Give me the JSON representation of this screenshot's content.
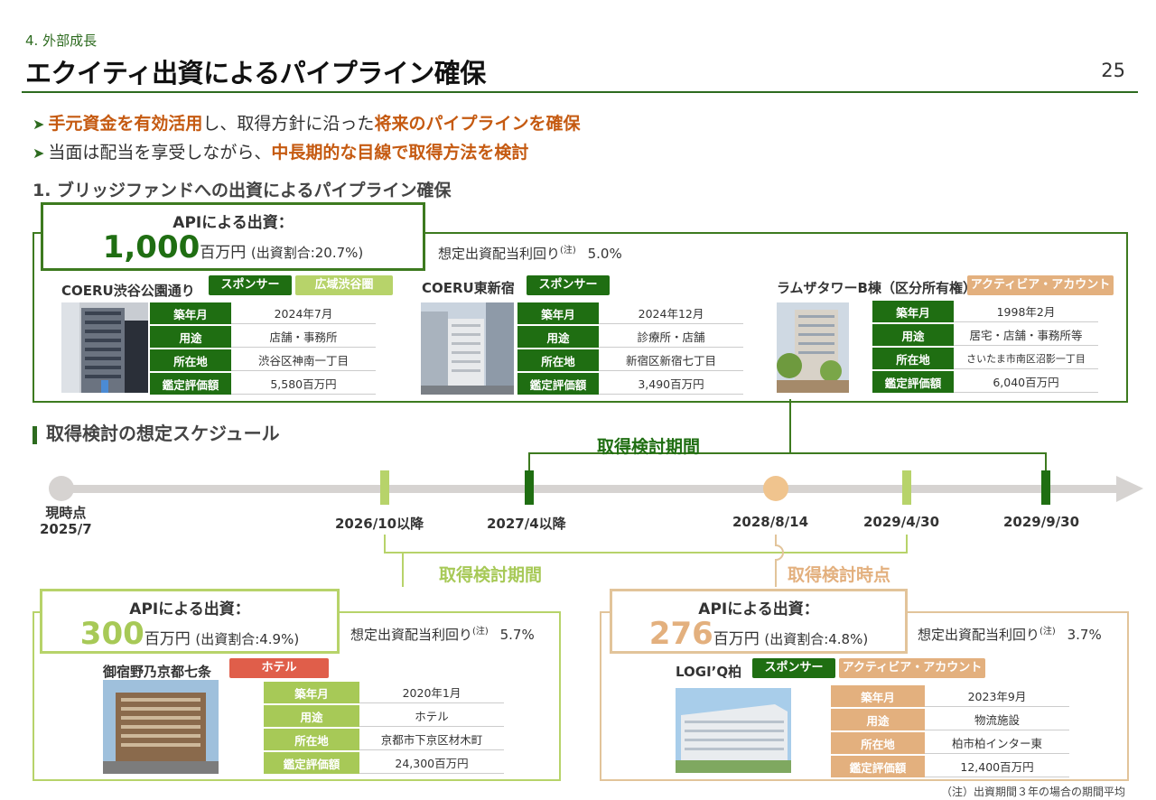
{
  "header": {
    "section": "4. 外部成長",
    "title": "エクイティ出資によるパイプライン確保",
    "page_number": "25"
  },
  "bullets": [
    {
      "parts": [
        {
          "text": "手元資金を有効活用",
          "hl": true
        },
        {
          "text": "し、取得方針に沿った",
          "hl": false
        },
        {
          "text": "将来のパイプラインを確保",
          "hl": true
        }
      ]
    },
    {
      "parts": [
        {
          "text": "当面は配当を享受しながら、",
          "hl": false
        },
        {
          "text": "中長期的な目線で取得方法を検討",
          "hl": true
        }
      ]
    }
  ],
  "subheading": "1. ブリッジファンドへの出資によるパイプライン確保",
  "top_investment": {
    "label": "APIによる出資：",
    "amount": "1,000",
    "unit": "百万円",
    "ratio": "(出資割合:20.7%)",
    "yield_label": "想定出資配当利回り",
    "yield_note": "(注)",
    "yield_value": "5.0%"
  },
  "properties_top": [
    {
      "name": "COERU渋谷公園通り",
      "tags": [
        "スポンサー",
        "広域渋谷圏"
      ],
      "rows": [
        [
          "築年月",
          "2024年7月"
        ],
        [
          "用途",
          "店舗・事務所"
        ],
        [
          "所在地",
          "渋谷区神南一丁目"
        ],
        [
          "鑑定評価額",
          "5,580百万円"
        ]
      ]
    },
    {
      "name": "COERU東新宿",
      "tags": [
        "スポンサー"
      ],
      "rows": [
        [
          "築年月",
          "2024年12月"
        ],
        [
          "用途",
          "診療所・店舗"
        ],
        [
          "所在地",
          "新宿区新宿七丁目"
        ],
        [
          "鑑定評価額",
          "3,490百万円"
        ]
      ]
    },
    {
      "name": "ラムザタワーB棟（区分所有権）",
      "tags": [
        "アクティビア・アカウント"
      ],
      "rows": [
        [
          "築年月",
          "1998年2月"
        ],
        [
          "用途",
          "居宅・店舗・事務所等"
        ],
        [
          "所在地",
          "さいたま市南区沼影一丁目"
        ],
        [
          "鑑定評価額",
          "6,040百万円"
        ]
      ]
    }
  ],
  "schedule": {
    "title": "取得検討の想定スケジュール",
    "now_label": "現時点",
    "now_date": "2025/7",
    "dates": [
      "2026/10以降",
      "2027/4以降",
      "2028/8/14",
      "2029/4/30",
      "2029/9/30"
    ],
    "period_top": "取得検討期間",
    "period_bottom_left": "取得検討期間",
    "point_bottom_right": "取得検討時点"
  },
  "bottom_left": {
    "label": "APIによる出資：",
    "amount": "300",
    "unit": "百万円",
    "ratio": "(出資割合:4.9%)",
    "yield_label": "想定出資配当利回り",
    "yield_note": "(注)",
    "yield_value": "5.7%",
    "property": {
      "name": "御宿野乃京都七条",
      "tags": [
        "ホテル"
      ],
      "rows": [
        [
          "築年月",
          "2020年1月"
        ],
        [
          "用途",
          "ホテル"
        ],
        [
          "所在地",
          "京都市下京区材木町"
        ],
        [
          "鑑定評価額",
          "24,300百万円"
        ]
      ]
    }
  },
  "bottom_right": {
    "label": "APIによる出資：",
    "amount": "276",
    "unit": "百万円",
    "ratio": "(出資割合:4.8%)",
    "yield_label": "想定出資配当利回り",
    "yield_note": "(注)",
    "yield_value": "3.7%",
    "property": {
      "name": "LOGI’Q柏",
      "tags": [
        "スポンサー",
        "アクティビア・アカウント"
      ],
      "rows": [
        [
          "築年月",
          "2023年9月"
        ],
        [
          "用途",
          "物流施設"
        ],
        [
          "所在地",
          "柏市柏インター東"
        ],
        [
          "鑑定評価額",
          "12,400百万円"
        ]
      ]
    }
  },
  "footnote": "（注）出資期間３年の場合の期間平均",
  "colors": {
    "dark_green": "#1f6e12",
    "light_green": "#b7d36a",
    "tan": "#e3b07e",
    "orange_text": "#c55a11",
    "red_tag": "#e05e4a"
  }
}
